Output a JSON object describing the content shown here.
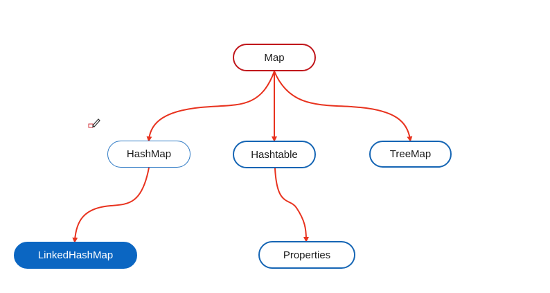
{
  "diagram": {
    "nodes": {
      "map": "Map",
      "hashmap": "HashMap",
      "hashtable": "Hashtable",
      "treemap": "TreeMap",
      "linkedhashmap": "LinkedHashMap",
      "properties": "Properties"
    },
    "edges": [
      {
        "from": "Map",
        "to": "HashMap"
      },
      {
        "from": "Map",
        "to": "Hashtable"
      },
      {
        "from": "Map",
        "to": "TreeMap"
      },
      {
        "from": "HashMap",
        "to": "LinkedHashMap"
      },
      {
        "from": "Hashtable",
        "to": "Properties"
      }
    ],
    "colors": {
      "edge": "#e8321e",
      "root_border": "#c0161b",
      "node_border": "#1565b4",
      "filled_node": "#0b66c2"
    }
  },
  "icons": {
    "cursor": "pencil-cursor-icon"
  }
}
